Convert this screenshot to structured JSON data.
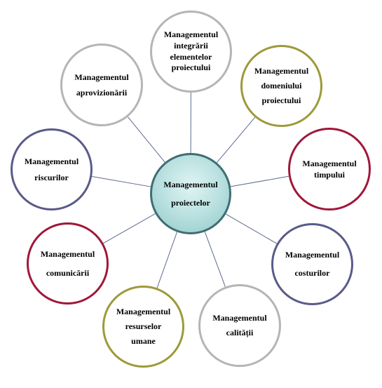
{
  "colors": {
    "center_fill": "#b6dede",
    "center_border": "#3f6e72",
    "connector": "#5d6a8c",
    "gray": "#b5b5b5",
    "olive": "#9d9a3a",
    "crimson": "#a0173a",
    "navy": "#5a5a8a"
  },
  "center": {
    "lines": [
      "Managementul",
      "proiectelor"
    ]
  },
  "nodes": [
    {
      "lines": [
        "Managementul",
        "integrării",
        "elementelor",
        "proiectului"
      ],
      "color": "gray"
    },
    {
      "lines": [
        "Managementul",
        "domeniului",
        "proiectului"
      ],
      "color": "olive"
    },
    {
      "lines": [
        "Managementul",
        "timpului"
      ],
      "color": "crimson"
    },
    {
      "lines": [
        "Managementul",
        "costurilor"
      ],
      "color": "navy"
    },
    {
      "lines": [
        "Managementul",
        "calității"
      ],
      "color": "gray"
    },
    {
      "lines": [
        "Managementul",
        "resurselor",
        "umane"
      ],
      "color": "olive"
    },
    {
      "lines": [
        "Managementul",
        "comunicării"
      ],
      "color": "crimson"
    },
    {
      "lines": [
        "Managementul",
        "riscurilor"
      ],
      "color": "navy"
    },
    {
      "lines": [
        "Managementul",
        "aprovizionării"
      ],
      "color": "gray"
    }
  ]
}
